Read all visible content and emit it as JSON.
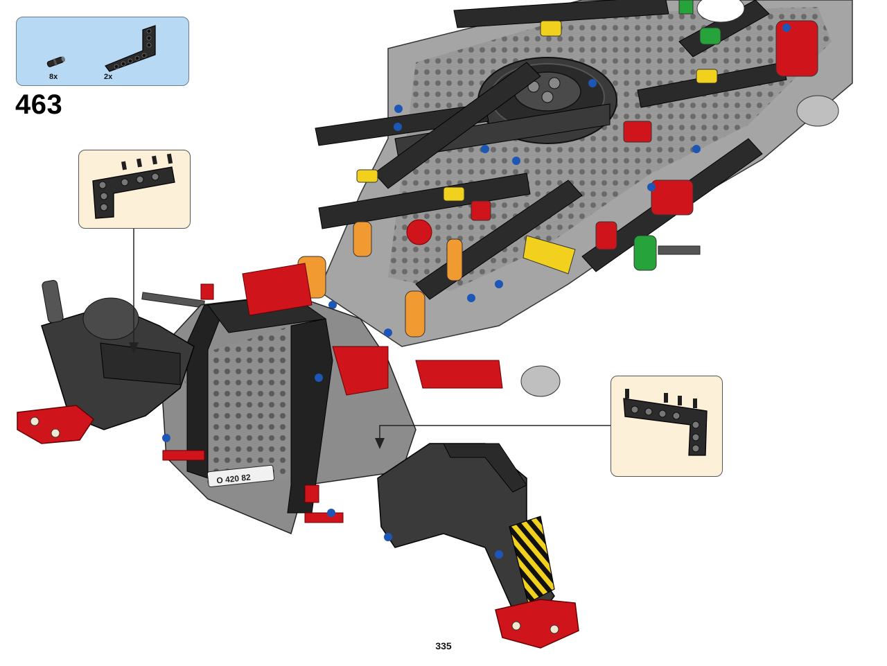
{
  "parts_list": {
    "items": [
      {
        "name": "axle-pin-icon",
        "count": "8x"
      },
      {
        "name": "l-beam-icon",
        "count": "2x"
      }
    ]
  },
  "step": {
    "number": "463"
  },
  "callouts": {
    "left": {
      "icon": "l-beam-icon"
    },
    "right": {
      "icon": "l-beam-icon"
    }
  },
  "model": {
    "plate_text": "O 420 82",
    "colors": {
      "dark": "#2a2a2a",
      "gray": "#9a9a9a",
      "light_gray": "#c8c8c8",
      "red": "#d0141b",
      "yellow": "#f2d01e",
      "orange": "#f29a32",
      "blue": "#1d57b5",
      "green": "#27a33c"
    }
  },
  "footer": {
    "page_number": "335"
  }
}
